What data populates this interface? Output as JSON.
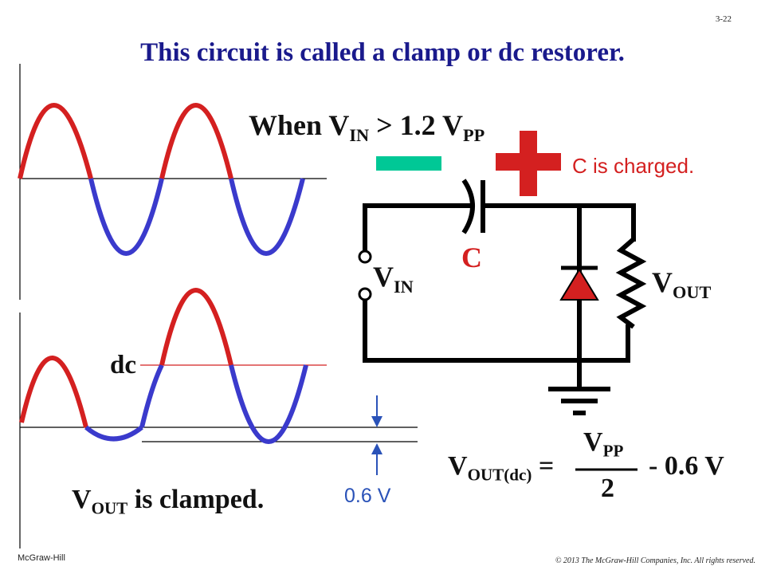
{
  "slide_number": "3-22",
  "title": "This circuit is called a clamp or dc restorer.",
  "condition": {
    "prefix": "When V",
    "sub1": "IN",
    "mid": " > 1.2 V",
    "sub2": "PP"
  },
  "charge_note": "C is charged.",
  "capacitor_label": "C",
  "vin_label": {
    "main": "V",
    "sub": "IN"
  },
  "vout_label": {
    "main": "V",
    "sub": "OUT"
  },
  "dc_label": "dc",
  "offset_label": "0.6 V",
  "clamped_note": {
    "main": "V",
    "sub": "OUT",
    "rest": " is clamped."
  },
  "formula": {
    "lhs_main": "V",
    "lhs_sub": "OUT(dc)",
    "equals": "=",
    "num_main": "V",
    "num_sub": "PP",
    "denominator": "2",
    "rhs": "- 0.6 V"
  },
  "footer_left": "McGraw-Hill",
  "footer_right": "© 2013 The McGraw-Hill Companies, Inc. All rights reserved.",
  "colors": {
    "title": "#1a1a8c",
    "positive": "#d42020",
    "negative": "#3a3acc",
    "minus_sign": "#00c896",
    "plus_sign": "#d42020",
    "offset": "#2a52b8"
  }
}
